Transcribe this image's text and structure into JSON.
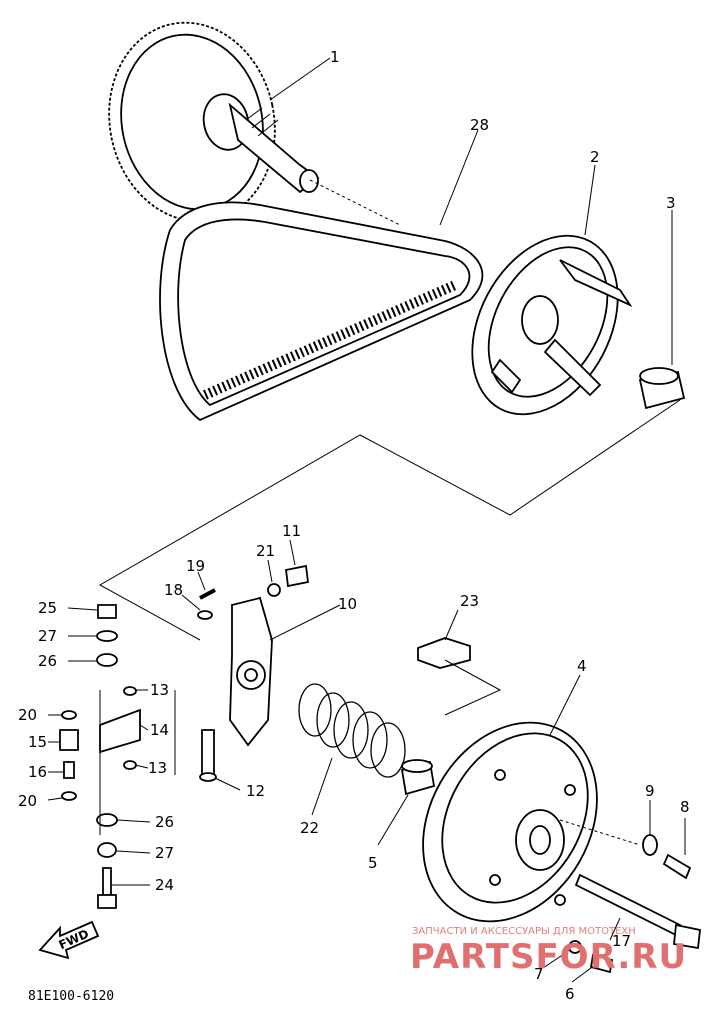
{
  "figure_code": "81E100-6120",
  "forward_marker": "FWD",
  "watermark": {
    "tagline": "ЗАПЧАСТИ И АКСЕССУАРЫ ДЛЯ МОТОТЕХН",
    "brand": "PARTSFOR.RU"
  },
  "callouts": {
    "c1": "1",
    "c2": "2",
    "c3": "3",
    "c4": "4",
    "c5": "5",
    "c6": "6",
    "c7": "7",
    "c8": "8",
    "c9": "9",
    "c10": "10",
    "c11": "11",
    "c12": "12",
    "c13a": "13",
    "c13b": "13",
    "c14": "14",
    "c15": "15",
    "c16": "16",
    "c17": "17",
    "c18": "18",
    "c19": "19",
    "c20a": "20",
    "c20b": "20",
    "c21": "21",
    "c22": "22",
    "c23": "23",
    "c24": "24",
    "c25": "25",
    "c26a": "26",
    "c26b": "26",
    "c27a": "27",
    "c27b": "27",
    "c28": "28"
  }
}
